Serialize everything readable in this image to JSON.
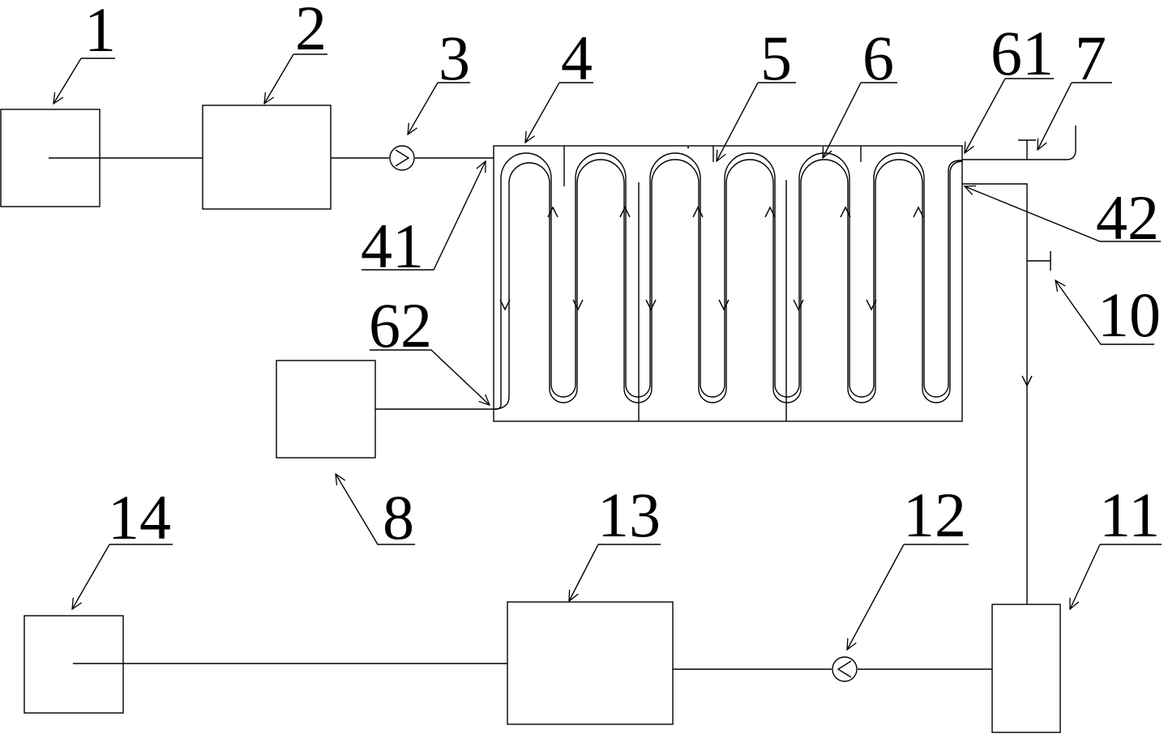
{
  "labels": [
    "1",
    "2",
    "3",
    "4",
    "5",
    "6",
    "61",
    "7",
    "41",
    "42",
    "62",
    "10",
    "8",
    "14",
    "13",
    "12",
    "11"
  ]
}
